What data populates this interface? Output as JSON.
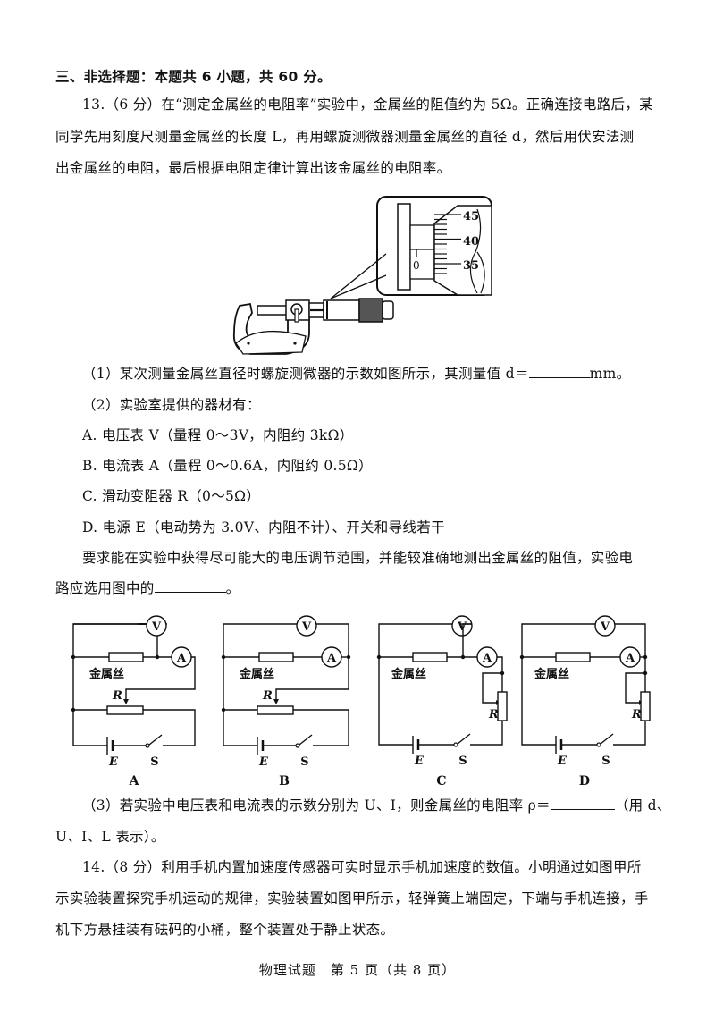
{
  "section": {
    "heading": "三、非选择题：本题共 6 小题，共 60 分。"
  },
  "q13": {
    "intro": [
      "13.（6 分）在“测定金属丝的电阻率”实验中，金属丝的阻值约为 5Ω。正确连接电路后，某",
      "同学先用刻度尺测量金属丝的长度 L，再用螺旋测微器测量金属丝的直径 d，然后用伏安法测",
      "出金属丝的电阻，最后根据电阻定律计算出该金属丝的电阻率。"
    ],
    "micrometer": {
      "sleeve_label": "0",
      "thimble_labels": [
        "45",
        "40",
        "35"
      ]
    },
    "part1": {
      "before": "（1）某次测量金属丝直径时螺旋测微器的示数如图所示，其测量值 d＝",
      "after": "mm。"
    },
    "part2": {
      "lead": "（2）实验室提供的器材有：",
      "items": [
        "A. 电压表 V（量程 0～3V，内阻约 3kΩ）",
        "B. 电流表 A（量程 0～0.6A，内阻约 0.5Ω）",
        "C. 滑动变阻器 R（0～5Ω）",
        "D. 电源 E（电动势为 3.0V、内阻不计）、开关和导线若干"
      ],
      "requirement_line1": "要求能在实验中获得尽可能大的电压调节范围，并能较准确地测出金属丝的阻值，实验电",
      "requirement_line2_before": "路应选用图中的",
      "requirement_line2_after": "。"
    },
    "circuits": {
      "wire_label": "金属丝",
      "voltmeter": "V",
      "ammeter": "A",
      "rheostat": "R",
      "battery": "E",
      "switch": "S",
      "options": [
        "A",
        "B",
        "C",
        "D"
      ]
    },
    "part3": {
      "line1_before": "（3）若实验中电压表和电流表的示数分别为 U、I，则金属丝的电阻率 ρ＝",
      "line1_after": "（用 d、",
      "line2": "U、I、L 表示）。"
    }
  },
  "q14": {
    "lines": [
      "14.（8 分）利用手机内置加速度传感器可实时显示手机加速度的数值。小明通过如图甲所",
      "示实验装置探究手机运动的规律，实验装置如图甲所示，轻弹簧上端固定，下端与手机连接，手",
      "机下方悬挂装有砝码的小桶，整个装置处于静止状态。"
    ]
  },
  "footer": {
    "text": "物理试题　第 5 页（共 8 页）"
  }
}
